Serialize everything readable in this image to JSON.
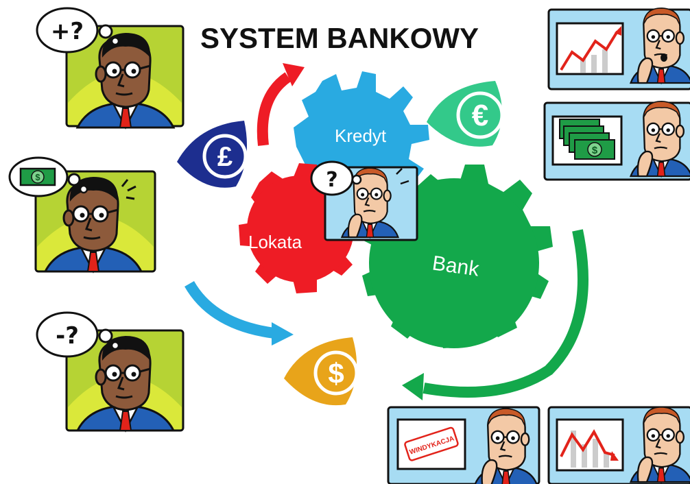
{
  "title": "SYSTEM BANKOWY",
  "gears": {
    "deposit": "Lokata",
    "credit": "Kredyt",
    "bank": "Bank"
  },
  "thought_bubbles": {
    "top_person": "+?",
    "bottom_person": "-?",
    "center_person": "?"
  },
  "currency_symbols": {
    "pound": "£",
    "euro": "€",
    "dollar": "$"
  },
  "stamp_text": "WINDYKACJA",
  "colors": {
    "deposit_gear": "#ee1c25",
    "credit_gear": "#29aae1",
    "bank_gear": "#13a84b",
    "pound_badge": "#1d2e8f",
    "euro_badge": "#33c98a",
    "dollar_badge": "#e8a41a",
    "red_arrow": "#ee1c25",
    "blue_arrow": "#29aae1",
    "green_arrow": "#13a84b"
  }
}
